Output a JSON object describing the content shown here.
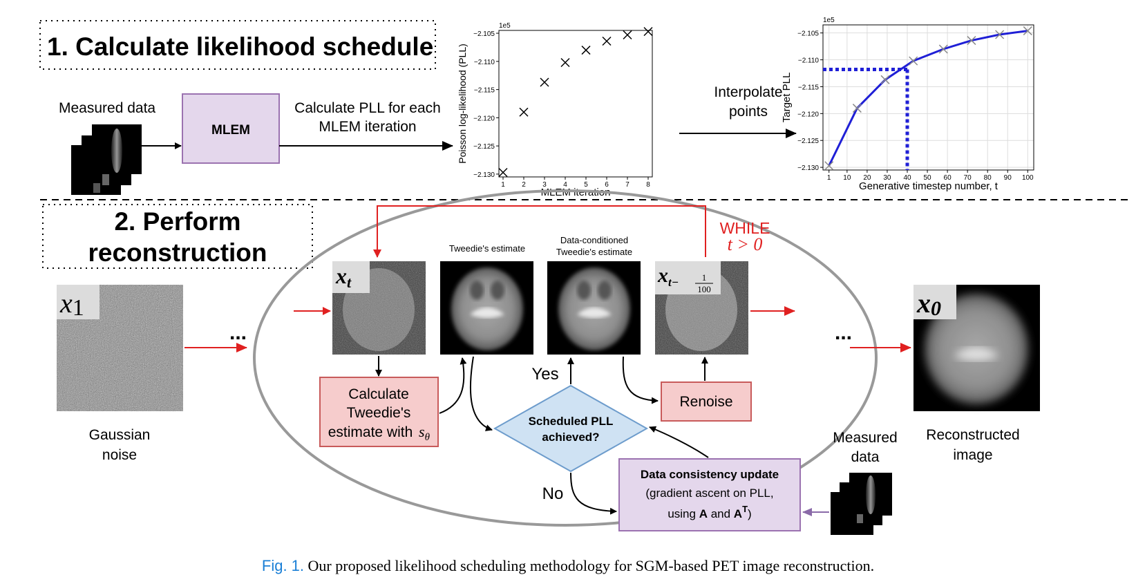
{
  "section1": {
    "title": "1. Calculate likelihood schedule",
    "measured_data_label": "Measured data",
    "mlem_box": "MLEM",
    "calc_pll_line1": "Calculate PLL for each",
    "calc_pll_line2": "MLEM iteration",
    "interpolate_line1": "Interpolate",
    "interpolate_line2": "points"
  },
  "section2": {
    "title_line1": "2. Perform",
    "title_line2": "reconstruction",
    "while_label": "WHILE",
    "while_condition": "t > 0",
    "x1_label": "x",
    "x1_sub": "1",
    "xt_label": "x",
    "xt_sub": "t",
    "xnext_label": "x",
    "xnext_sub": "t−",
    "xnext_frac_num": "1",
    "xnext_frac_den": "100",
    "x0_label": "x",
    "x0_sub": "0",
    "tweedie_title": "Tweedie's estimate",
    "dc_tweedie_line1": "Data-conditioned",
    "dc_tweedie_line2": "Tweedie's estimate",
    "gaussian_line1": "Gaussian",
    "gaussian_line2": "noise",
    "ellipsis_left": "...",
    "ellipsis_right": "...",
    "calc_tweedie_line1": "Calculate",
    "calc_tweedie_line2": "Tweedie's",
    "calc_tweedie_line3": "estimate with",
    "calc_tweedie_symbol": "s",
    "calc_tweedie_symbol_sub": "θ",
    "decision_line1": "Scheduled PLL",
    "decision_line2": "achieved?",
    "yes_label": "Yes",
    "no_label": "No",
    "renoise_label": "Renoise",
    "dc_update_line1": "Data consistency update",
    "dc_update_line2": "(gradient ascent on PLL,",
    "dc_update_line3_a": "using ",
    "dc_update_line3_b": "A",
    "dc_update_line3_c": " and ",
    "dc_update_line3_d": "A",
    "dc_update_line3_e": "T",
    "dc_update_line3_f": ")",
    "measured_data_line1": "Measured",
    "measured_data_line2": "data",
    "reconstructed_line1": "Reconstructed",
    "reconstructed_line2": "image"
  },
  "caption": {
    "fig_label": "Fig. 1.",
    "text": "Our proposed likelihood scheduling methodology for SGM-based PET image reconstruction."
  },
  "colors": {
    "red_arrow": "#e02020",
    "mlem_fill": "#e4d7ec",
    "mlem_stroke": "#9b72b0",
    "pink_fill": "#f6cccc",
    "pink_stroke": "#c85a5a",
    "diamond_fill": "#cfe2f3",
    "diamond_stroke": "#6d9ccc",
    "interp_line": "#1f1fd6",
    "ellipse_stroke": "#999999",
    "purple_arrow": "#8a6aa8"
  },
  "chart_data": [
    {
      "type": "scatter",
      "title": "",
      "xlabel": "MLEM iteration",
      "ylabel": "Poisson log-likelihood (PLL)",
      "scale_label": "1e5",
      "xlim": [
        0.8,
        8.2
      ],
      "ylim": [
        -2.1305,
        -2.1045
      ],
      "x_ticks": [
        "1",
        "2",
        "3",
        "4",
        "5",
        "6",
        "7",
        "8"
      ],
      "y_ticks": [
        "−2.130",
        "−2.125",
        "−2.120",
        "−2.115",
        "−2.110",
        "−2.105"
      ],
      "y_tick_values": [
        -2.13,
        -2.125,
        -2.12,
        -2.115,
        -2.11,
        -2.105
      ],
      "x": [
        1,
        2,
        3,
        4,
        5,
        6,
        7,
        8
      ],
      "y": [
        -2.1297,
        -2.119,
        -2.1137,
        -2.1102,
        -2.108,
        -2.1064,
        -2.1053,
        -2.1047
      ],
      "marker": "x"
    },
    {
      "type": "line",
      "title": "",
      "xlabel": "Generative timestep number, t",
      "ylabel": "Target PLL",
      "scale_label": "1e5",
      "xlim": [
        -2,
        103
      ],
      "ylim": [
        -2.1305,
        -2.1035
      ],
      "x_ticks": [
        "1",
        "10",
        "20",
        "30",
        "40",
        "50",
        "60",
        "70",
        "80",
        "90",
        "100"
      ],
      "x_tick_values": [
        1,
        10,
        20,
        30,
        40,
        50,
        60,
        70,
        80,
        90,
        100
      ],
      "y_ticks": [
        "−2.130",
        "−2.125",
        "−2.120",
        "−2.115",
        "−2.110",
        "−2.105"
      ],
      "y_tick_values": [
        -2.13,
        -2.125,
        -2.12,
        -2.115,
        -2.11,
        -2.105
      ],
      "grid": true,
      "series": [
        {
          "x": [
            1,
            15,
            29,
            43,
            58,
            72,
            86,
            100
          ],
          "y": [
            -2.1297,
            -2.119,
            -2.1137,
            -2.1102,
            -2.108,
            -2.1064,
            -2.1053,
            -2.1046
          ]
        }
      ],
      "marker": "x",
      "highlight": {
        "x": 40,
        "y": -2.1118
      }
    }
  ]
}
